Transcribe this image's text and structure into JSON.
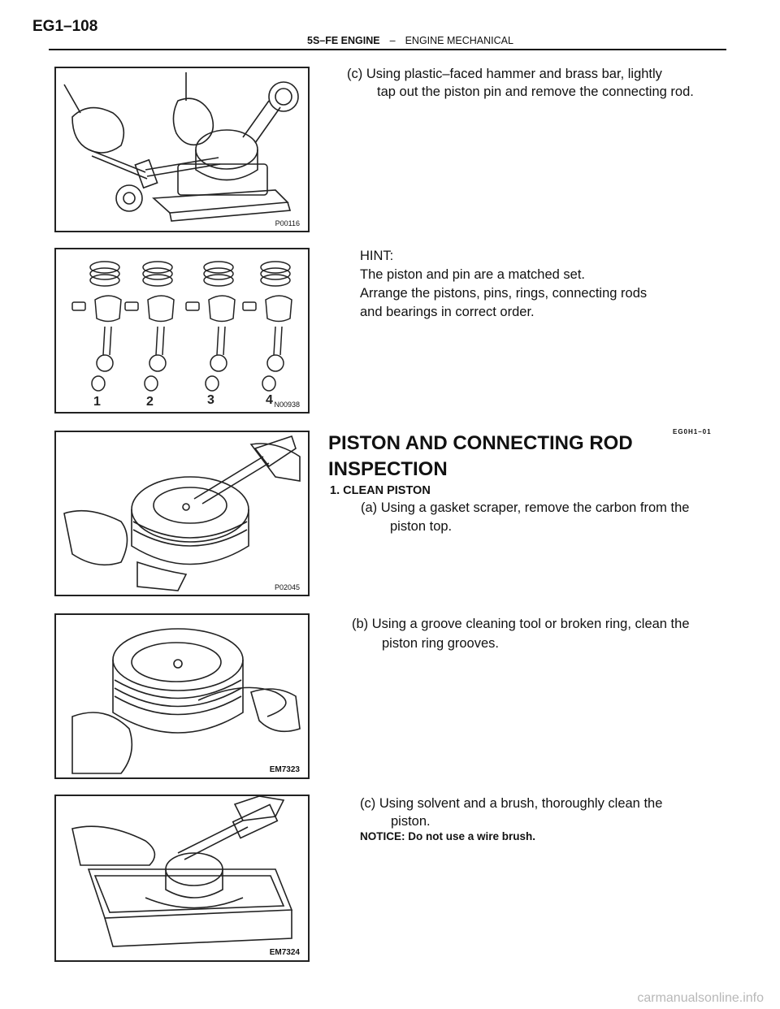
{
  "header": {
    "page_number": "EG1–108",
    "engine": "5S–FE ENGINE",
    "separator": "–",
    "section": "ENGINE MECHANICAL"
  },
  "figures": [
    {
      "code": "P00116"
    },
    {
      "code": "N00938",
      "labels": [
        "1",
        "2",
        "3",
        "4"
      ]
    },
    {
      "code": "P02045"
    },
    {
      "code": "EM7323"
    },
    {
      "code": "EM7324"
    }
  ],
  "blocks": {
    "step_c_remove": {
      "line1": "(c) Using plastic–faced hammer and brass bar, lightly",
      "line2": "tap out the piston pin and remove the connecting rod."
    },
    "hint": {
      "label": "HINT:",
      "line1": "The piston and pin are a matched set.",
      "line2": "Arrange the pistons, pins, rings, connecting rods",
      "line3": "and bearings in correct order."
    },
    "section": {
      "code": "EG0H1–01",
      "title_line1": "PISTON AND CONNECTING ROD",
      "title_line2": "INSPECTION",
      "step1": "1. CLEAN PISTON"
    },
    "step_a": {
      "line1": "(a) Using a gasket scraper, remove the carbon from the",
      "line2": "piston top."
    },
    "step_b": {
      "line1": "(b) Using a groove cleaning tool or broken ring, clean the",
      "line2": "piston ring grooves."
    },
    "step_c_clean": {
      "line1": "(c) Using solvent and a brush, thoroughly clean the",
      "line2": "piston.",
      "notice": "NOTICE: Do not use a wire brush."
    }
  },
  "watermark": "carmanualsonline.info"
}
